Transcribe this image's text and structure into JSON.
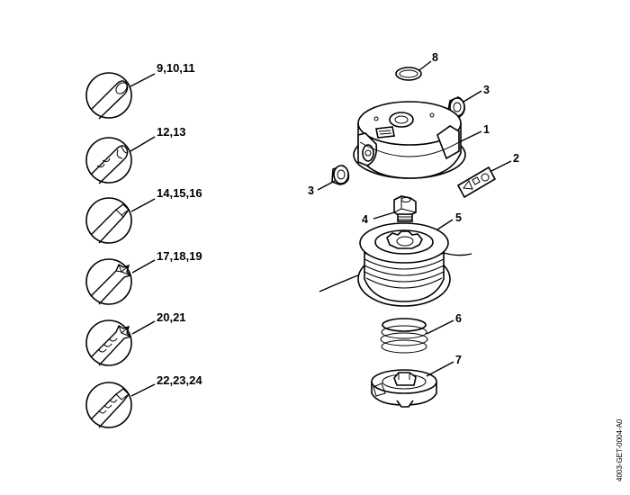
{
  "line_sections": [
    {
      "label": "9,10,11",
      "profile": "round"
    },
    {
      "label": "12,13",
      "profile": "twisted-round"
    },
    {
      "label": "14,15,16",
      "profile": "square"
    },
    {
      "label": "17,18,19",
      "profile": "star"
    },
    {
      "label": "20,21",
      "profile": "twisted-star"
    },
    {
      "label": "22,23,24",
      "profile": "twisted-square"
    }
  ],
  "callouts": {
    "c1": "1",
    "c2": "2",
    "c3a": "3",
    "c3b": "3",
    "c4": "4",
    "c5": "5",
    "c6": "6",
    "c7": "7",
    "c8": "8"
  },
  "drawing_code": "4003-GET-0004-A0"
}
